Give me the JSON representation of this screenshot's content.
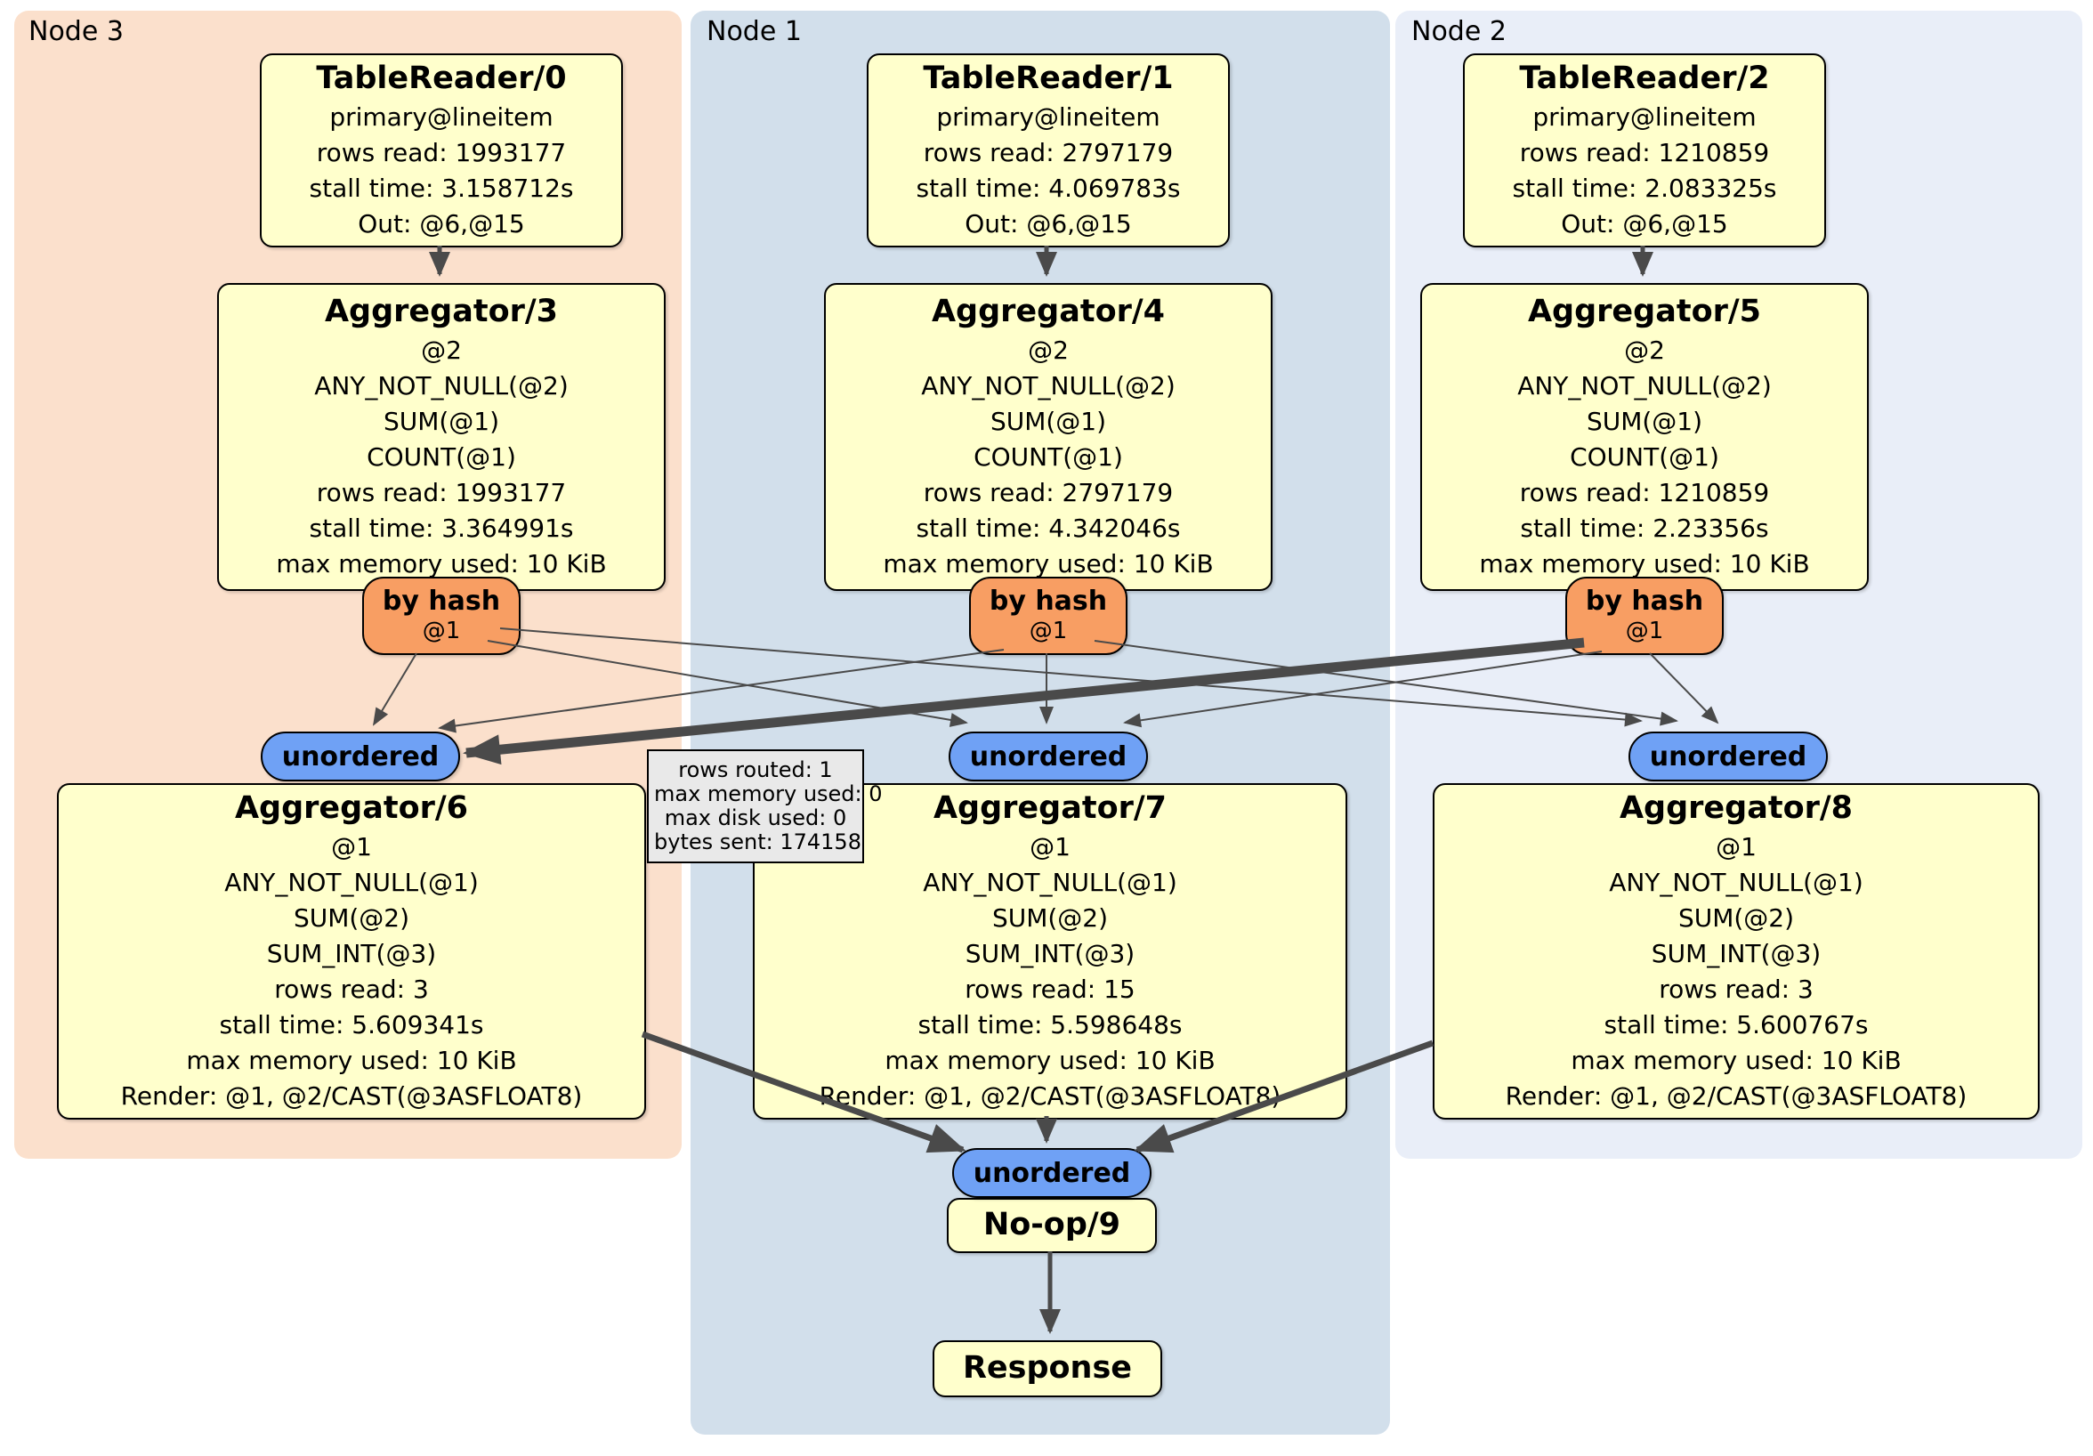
{
  "panels": [
    {
      "label": "Node 3"
    },
    {
      "label": "Node 1"
    },
    {
      "label": "Node 2"
    }
  ],
  "processors": {
    "tr0": {
      "title": "TableReader/0",
      "lines": [
        "primary@lineitem",
        "rows read: 1993177",
        "stall time: 3.158712s",
        "Out: @6,@15"
      ]
    },
    "tr1": {
      "title": "TableReader/1",
      "lines": [
        "primary@lineitem",
        "rows read: 2797179",
        "stall time: 4.069783s",
        "Out: @6,@15"
      ]
    },
    "tr2": {
      "title": "TableReader/2",
      "lines": [
        "primary@lineitem",
        "rows read: 1210859",
        "stall time: 2.083325s",
        "Out: @6,@15"
      ]
    },
    "agg3": {
      "title": "Aggregator/3",
      "lines": [
        "@2",
        "ANY_NOT_NULL(@2)",
        "SUM(@1)",
        "COUNT(@1)",
        "rows read: 1993177",
        "stall time: 3.364991s",
        "max memory used: 10 KiB"
      ]
    },
    "agg4": {
      "title": "Aggregator/4",
      "lines": [
        "@2",
        "ANY_NOT_NULL(@2)",
        "SUM(@1)",
        "COUNT(@1)",
        "rows read: 2797179",
        "stall time: 4.342046s",
        "max memory used: 10 KiB"
      ]
    },
    "agg5": {
      "title": "Aggregator/5",
      "lines": [
        "@2",
        "ANY_NOT_NULL(@2)",
        "SUM(@1)",
        "COUNT(@1)",
        "rows read: 1210859",
        "stall time: 2.23356s",
        "max memory used: 10 KiB"
      ]
    },
    "agg6": {
      "title": "Aggregator/6",
      "lines": [
        "@1",
        "ANY_NOT_NULL(@1)",
        "SUM(@2)",
        "SUM_INT(@3)",
        "rows read: 3",
        "stall time: 5.609341s",
        "max memory used: 10 KiB",
        "Render: @1, @2/CAST(@3ASFLOAT8)"
      ]
    },
    "agg7": {
      "title": "Aggregator/7",
      "lines": [
        "@1",
        "ANY_NOT_NULL(@1)",
        "SUM(@2)",
        "SUM_INT(@3)",
        "rows read: 15",
        "stall time: 5.598648s",
        "max memory used: 10 KiB",
        "Render: @1, @2/CAST(@3ASFLOAT8)"
      ]
    },
    "agg8": {
      "title": "Aggregator/8",
      "lines": [
        "@1",
        "ANY_NOT_NULL(@1)",
        "SUM(@2)",
        "SUM_INT(@3)",
        "rows read: 3",
        "stall time: 5.600767s",
        "max memory used: 10 KiB",
        "Render: @1, @2/CAST(@3ASFLOAT8)"
      ]
    },
    "noop": {
      "title": "No-op/9"
    },
    "response": {
      "title": "Response"
    }
  },
  "router": {
    "label": "by hash",
    "detail": "@1"
  },
  "sync": {
    "label": "unordered"
  },
  "tooltip": {
    "lines": [
      "rows routed: 1",
      "max memory used: 0",
      "max disk used: 0",
      "bytes sent: 174158"
    ]
  },
  "colors": {
    "node3_bg": "#fbe0cc",
    "node1_bg": "#d2dfeb",
    "node2_bg": "#e9eef8",
    "processor_bg": "#ffffcc",
    "router_bg": "#f89e63",
    "sync_bg": "#6fa1f5",
    "tooltip_bg": "#e9e9e9",
    "edge": "#4a4a4a"
  }
}
